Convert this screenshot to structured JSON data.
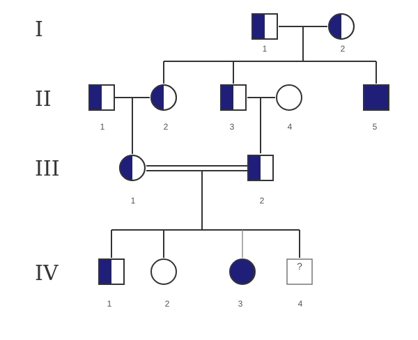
{
  "colors": {
    "affected": "#1f1f7a",
    "unaffected": "#ffffff",
    "stroke": "#333333"
  },
  "generations": [
    {
      "label": "I"
    },
    {
      "label": "II"
    },
    {
      "label": "III"
    },
    {
      "label": "IV"
    }
  ],
  "individuals": {
    "I1": {
      "number": "1"
    },
    "I2": {
      "number": "2"
    },
    "II1": {
      "number": "1"
    },
    "II2": {
      "number": "2"
    },
    "II3": {
      "number": "3"
    },
    "II4": {
      "number": "4"
    },
    "II5": {
      "number": "5"
    },
    "III1": {
      "number": "1"
    },
    "III2": {
      "number": "2"
    },
    "IV1": {
      "number": "1"
    },
    "IV2": {
      "number": "2"
    },
    "IV3": {
      "number": "3"
    },
    "IV4": {
      "number": "4",
      "mark": "?"
    }
  }
}
